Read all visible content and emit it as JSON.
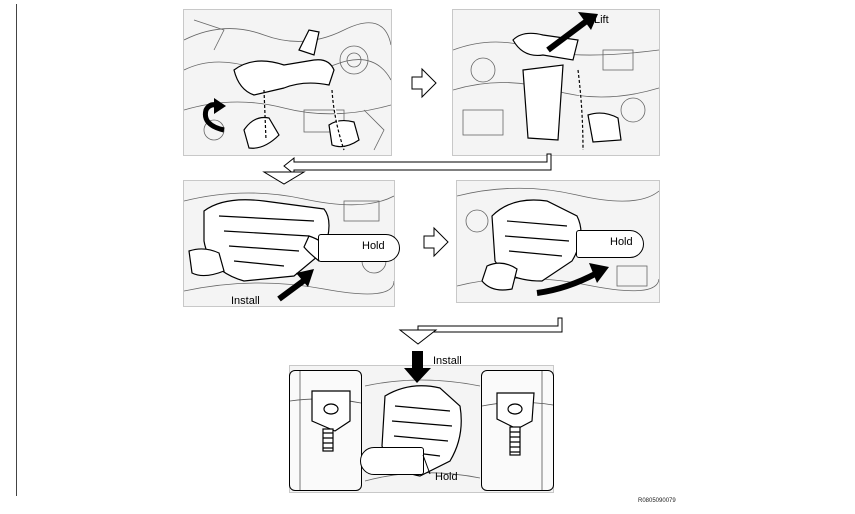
{
  "labels": {
    "lift": "Lift",
    "hold_step3": "Hold",
    "install_step3": "Install",
    "hold_step4": "Hold",
    "install_step5": "Install",
    "hold_step5": "Hold"
  },
  "figure_code": "R0805090079",
  "colors": {
    "ink": "#000000",
    "engine_bg": "#f4f4f4",
    "detail_line": "#555555"
  }
}
